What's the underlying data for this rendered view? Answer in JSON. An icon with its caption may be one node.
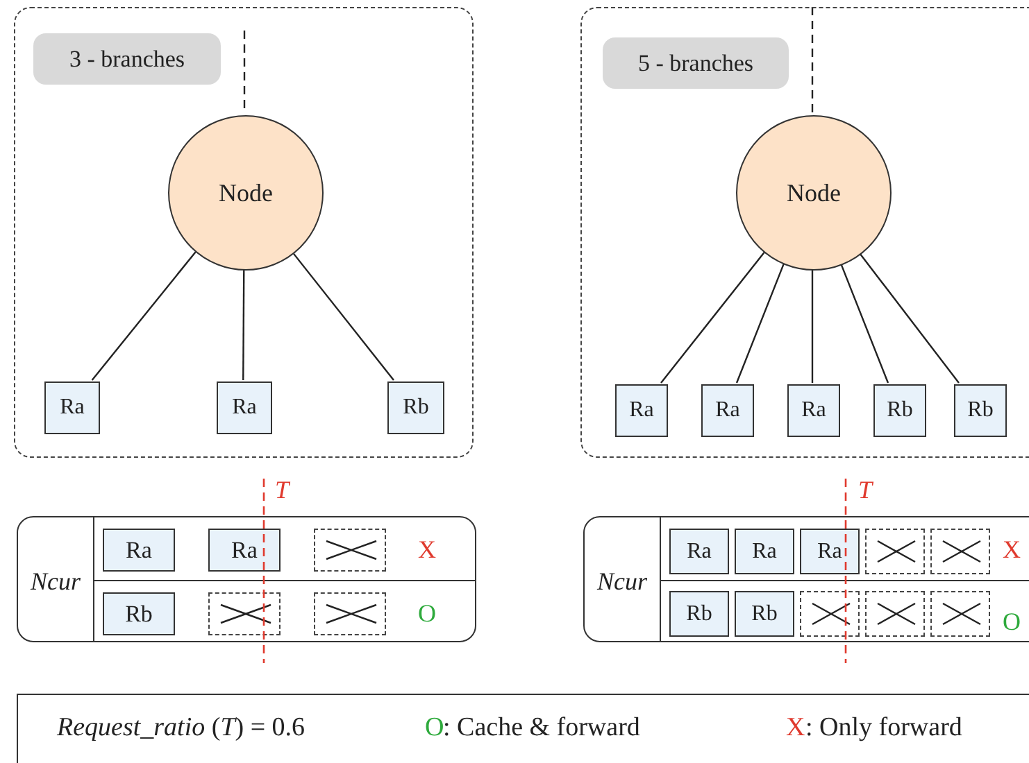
{
  "diagram": {
    "nodes": [
      {
        "text": [],
        "shape": "box"
      },
      {
        "text": [
          "3 - branches"
        ],
        "in": 0
      },
      {
        "text": [
          "Node"
        ],
        "in": 0
      },
      {
        "text": [
          "Ra"
        ],
        "in": 0
      },
      {
        "text": [
          "Ra"
        ],
        "in": 0
      },
      {
        "text": [
          "Rb"
        ],
        "in": 0
      },
      {
        "text": [],
        "shape": "box"
      },
      {
        "text": [
          "5 - branches"
        ],
        "in": 6
      },
      {
        "text": [
          "Node"
        ],
        "in": 6
      },
      {
        "text": [
          "Ra"
        ],
        "in": 6
      },
      {
        "text": [
          "Ra"
        ],
        "in": 6
      },
      {
        "text": [
          "Ra"
        ],
        "in": 6
      },
      {
        "text": [
          "Rb"
        ],
        "in": 6
      },
      {
        "text": [
          "Rb"
        ],
        "in": 6
      },
      {
        "text": [
          "Ncur"
        ]
      },
      {
        "text": [
          "Ra"
        ],
        "in": 14
      },
      {
        "text": [
          "Ra"
        ],
        "in": 14
      },
      {
        "text": [],
        "shape": "box",
        "in": 14
      },
      {
        "text": [
          "Rb"
        ],
        "in": 14
      },
      {
        "text": [],
        "shape": "box",
        "in": 14
      },
      {
        "text": [],
        "shape": "box",
        "in": 14
      },
      {
        "text": [
          "Ncur"
        ]
      },
      {
        "text": [
          "Ra"
        ],
        "in": 21
      },
      {
        "text": [
          "Ra"
        ],
        "in": 21
      },
      {
        "text": [
          "Ra"
        ],
        "in": 21
      },
      {
        "text": [],
        "shape": "box",
        "in": 21
      },
      {
        "text": [],
        "shape": "box",
        "in": 21
      },
      {
        "text": [
          "Rb"
        ],
        "in": 21
      },
      {
        "text": [
          "Rb"
        ],
        "in": 21
      },
      {
        "text": [],
        "shape": "box",
        "in": 21
      },
      {
        "text": [],
        "shape": "box",
        "in": 21
      },
      {
        "text": [],
        "shape": "box",
        "in": 21
      },
      {
        "text": [
          "*Request_ratio* (*T*) = 0.6",
          "O",
          ": Cache & forward",
          "X",
          ": Only forward"
        ]
      }
    ],
    "edges": [
      {
        "from": null,
        "to": 2,
        "arrow": "none",
        "style": "dashed"
      },
      {
        "from": 2,
        "to": 3,
        "arrow": "none"
      },
      {
        "from": 2,
        "to": 4,
        "arrow": "none"
      },
      {
        "from": 2,
        "to": 5,
        "arrow": "none"
      },
      {
        "from": null,
        "to": 8,
        "arrow": "none",
        "style": "dashed"
      },
      {
        "from": 8,
        "to": 9,
        "arrow": "none"
      },
      {
        "from": 8,
        "to": 10,
        "arrow": "none"
      },
      {
        "from": 8,
        "to": 11,
        "arrow": "none"
      },
      {
        "from": 8,
        "to": 12,
        "arrow": "none"
      },
      {
        "from": 8,
        "to": 13,
        "arrow": "none"
      }
    ],
    "labels": [
      "T",
      "X",
      "O",
      "T",
      "X",
      "O"
    ]
  }
}
